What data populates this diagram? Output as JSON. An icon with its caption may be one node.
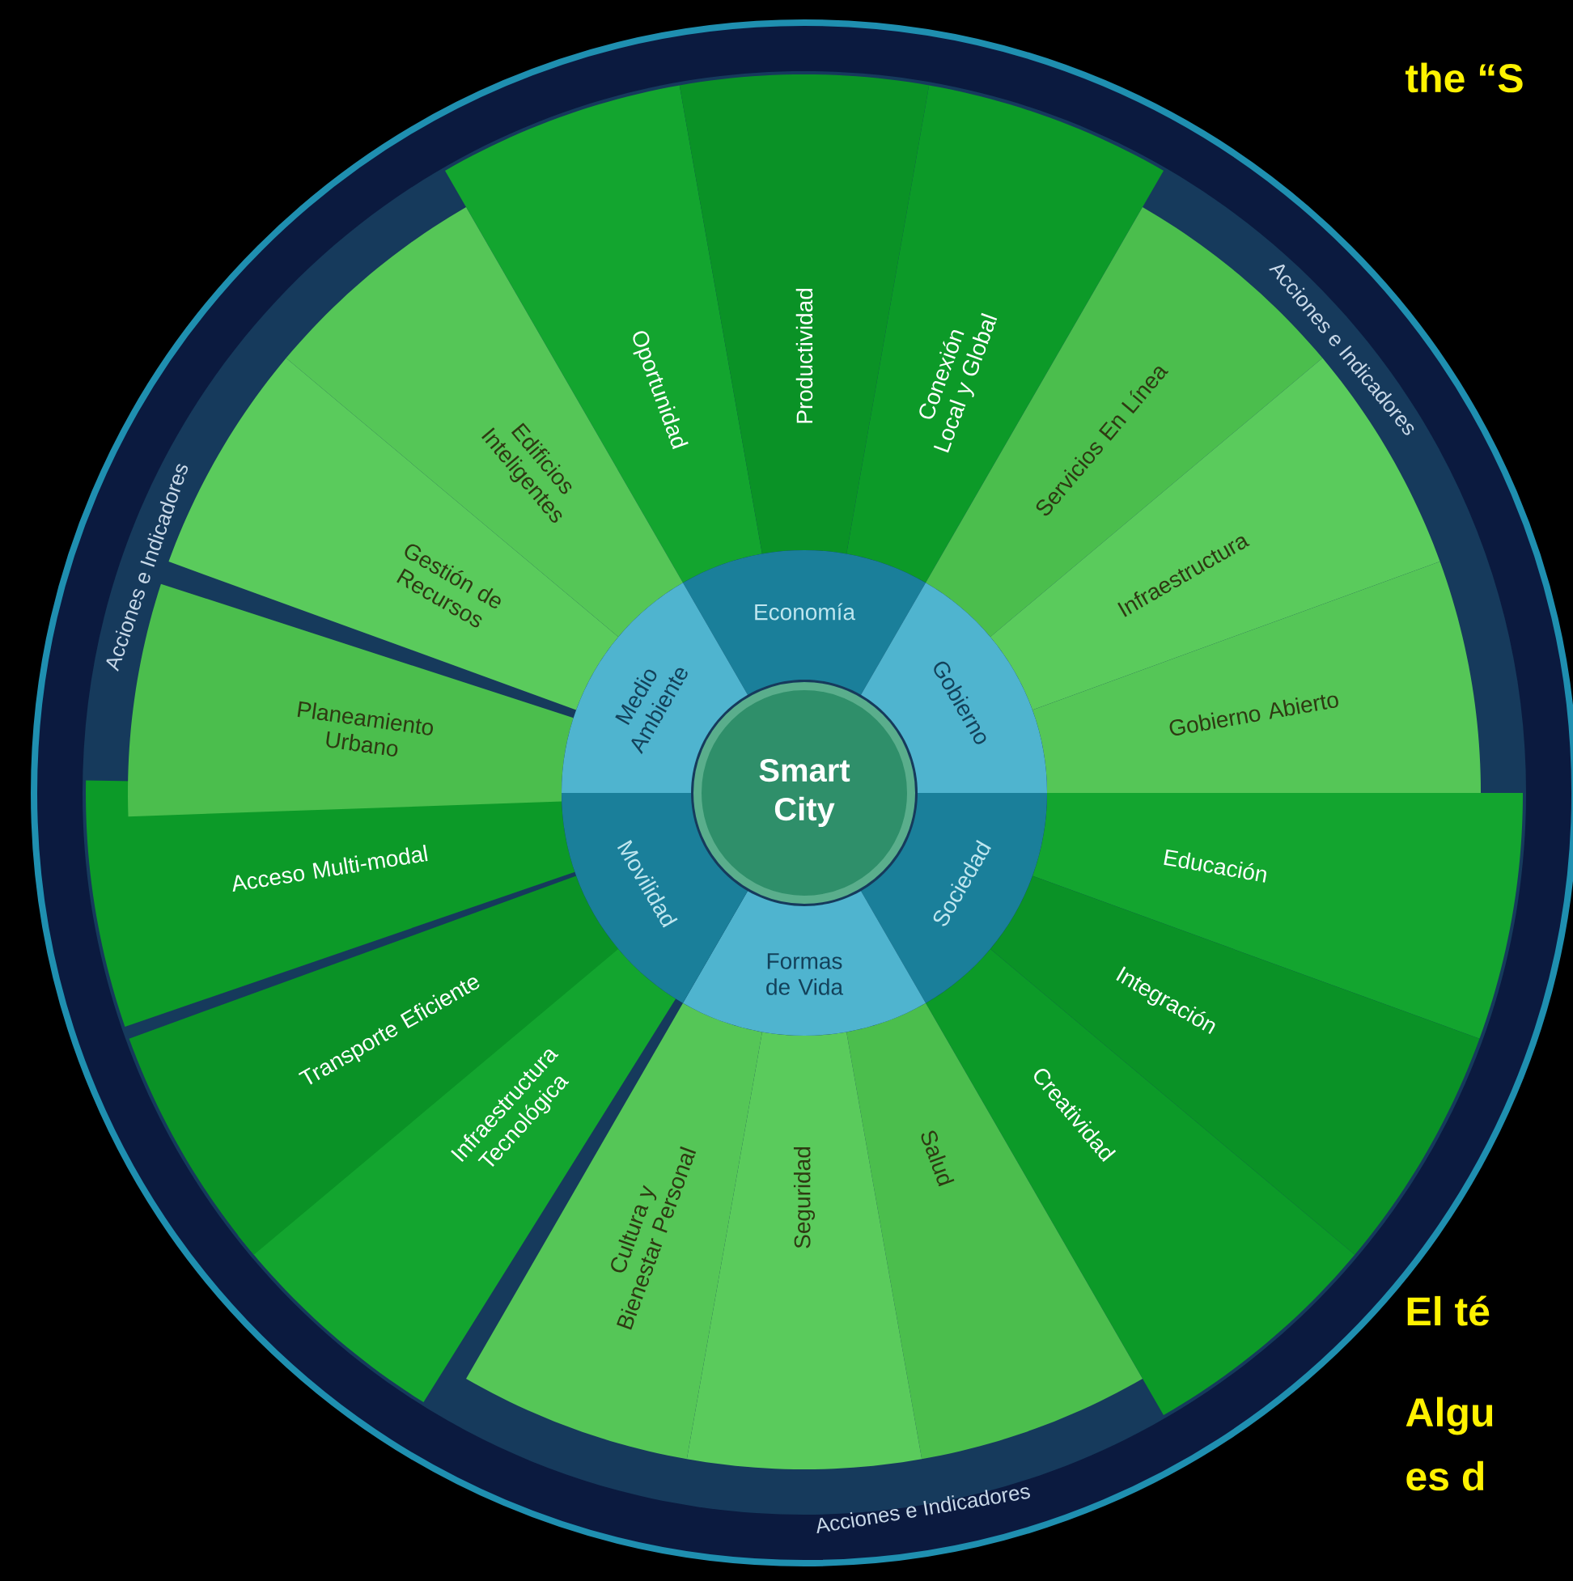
{
  "diagram": {
    "nodes": [
      {
        "text": [
          "Smart City"
        ]
      },
      {
        "text": [
          "Economía"
        ]
      },
      {
        "text": [
          "Gobierno"
        ]
      },
      {
        "text": [
          "Sociedad"
        ]
      },
      {
        "text": [
          "Formas de Vida"
        ]
      },
      {
        "text": [
          "Movilidad"
        ]
      },
      {
        "text": [
          "Medio Ambiente"
        ]
      },
      {
        "text": [
          "Oportunidad"
        ]
      },
      {
        "text": [
          "Productividad"
        ]
      },
      {
        "text": [
          "Conexión Local y Global"
        ]
      },
      {
        "text": [
          "Servicios En Línea"
        ]
      },
      {
        "text": [
          "Infraestructura"
        ]
      },
      {
        "text": [
          "Gobierno Abierto"
        ]
      },
      {
        "text": [
          "Educación"
        ]
      },
      {
        "text": [
          "Integración"
        ]
      },
      {
        "text": [
          "Creatividad"
        ]
      },
      {
        "text": [
          "Salud"
        ]
      },
      {
        "text": [
          "Seguridad"
        ]
      },
      {
        "text": [
          "Cultura y Bienestar Personal"
        ]
      },
      {
        "text": [
          "Infraestructura Tecnológica"
        ]
      },
      {
        "text": [
          "Transporte Eficiente"
        ]
      },
      {
        "text": [
          "Acceso Multi-modal"
        ]
      },
      {
        "text": [
          "Planeamiento Urbano"
        ]
      },
      {
        "text": [
          "Gestión de Recursos"
        ]
      },
      {
        "text": [
          "Edificios Inteligentes"
        ]
      }
    ],
    "labels": [
      "the “S",
      "Acciones e Indicadores",
      "Acciones e Indicadores",
      "El té",
      "Algu",
      "es d",
      "Acciones e Indicadores"
    ]
  }
}
